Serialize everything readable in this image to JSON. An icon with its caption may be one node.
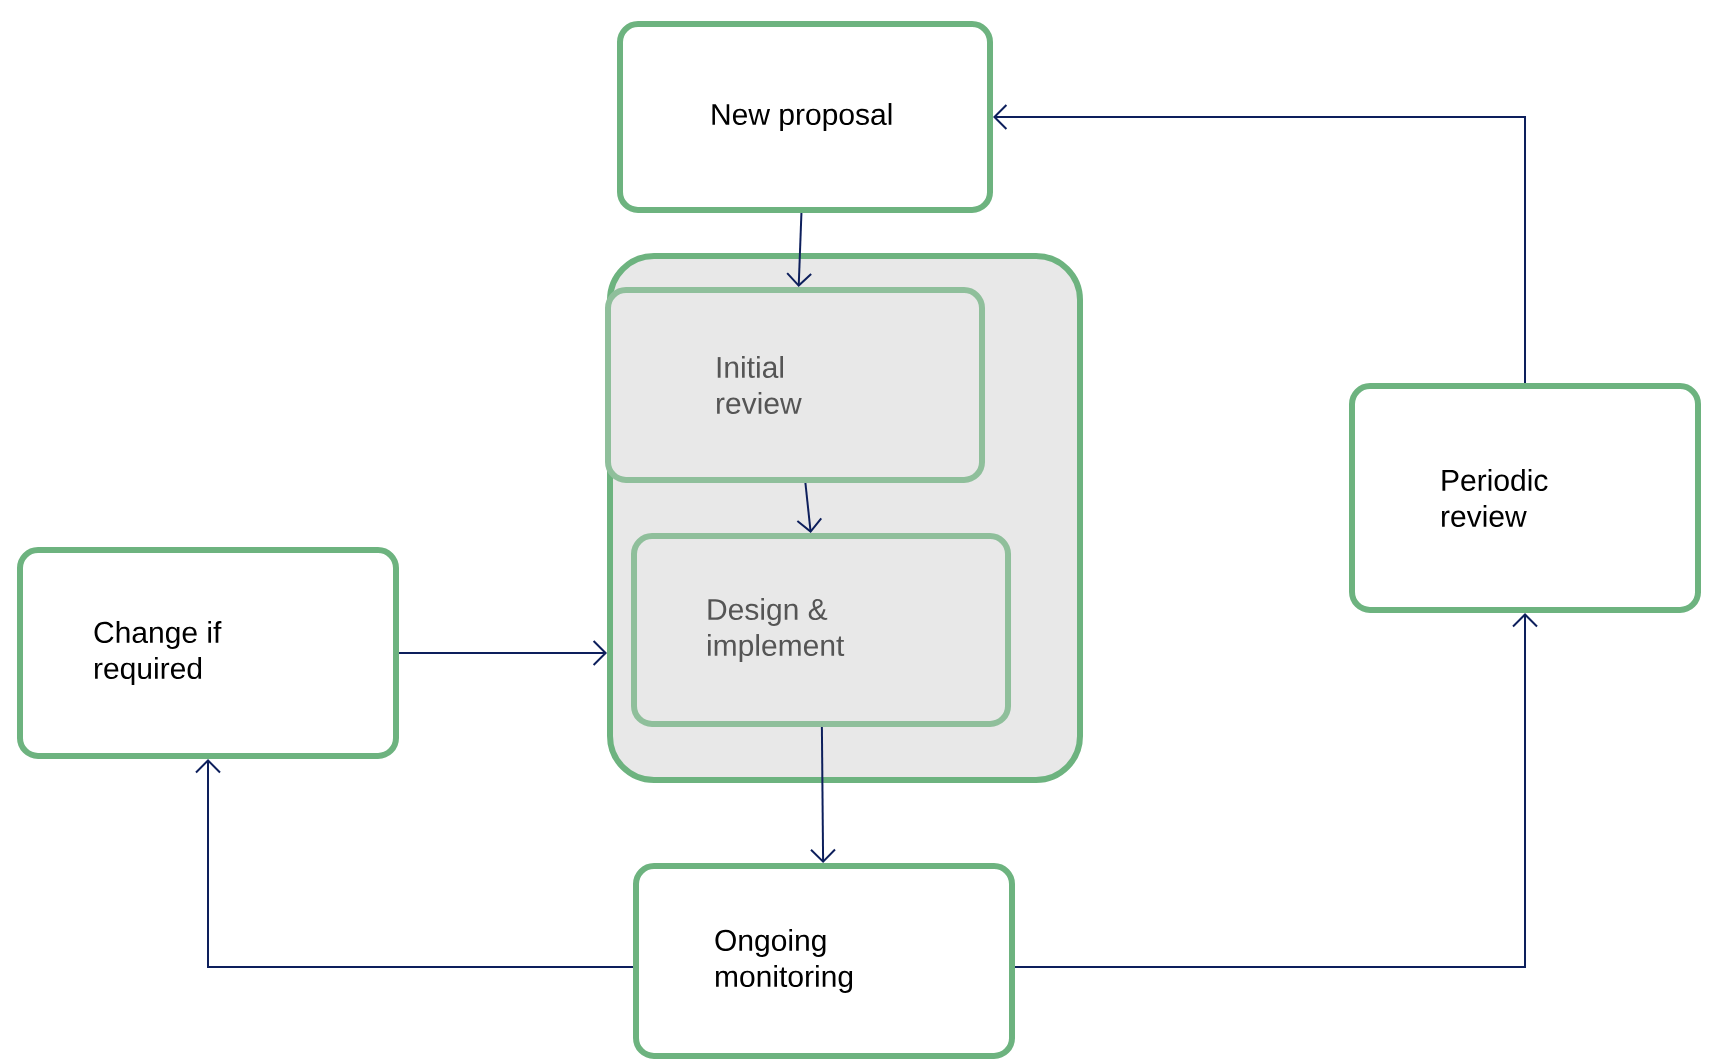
{
  "diagram": {
    "nodes": [
      {
        "text": [
          "New proposal"
        ]
      },
      {
        "text": [],
        "shape": "box"
      },
      {
        "text": [
          "Initial review"
        ],
        "in": 1
      },
      {
        "text": [
          "Design & implement"
        ],
        "in": 1
      },
      {
        "text": [
          "Change if required"
        ]
      },
      {
        "text": [
          "Ongoing monitoring"
        ]
      },
      {
        "text": [
          "Periodic review"
        ]
      }
    ],
    "edges": [
      {
        "from": 0,
        "to": 2,
        "arrow": "to"
      },
      {
        "from": 2,
        "to": 3,
        "arrow": "to"
      },
      {
        "from": 3,
        "to": 5,
        "arrow": "to"
      },
      {
        "from": 5,
        "to": 4,
        "arrow": "to"
      },
      {
        "from": 5,
        "to": 6,
        "arrow": "to"
      },
      {
        "from": 6,
        "to": 0,
        "arrow": "to"
      },
      {
        "from": 4,
        "to": 1,
        "arrow": "to"
      }
    ]
  }
}
